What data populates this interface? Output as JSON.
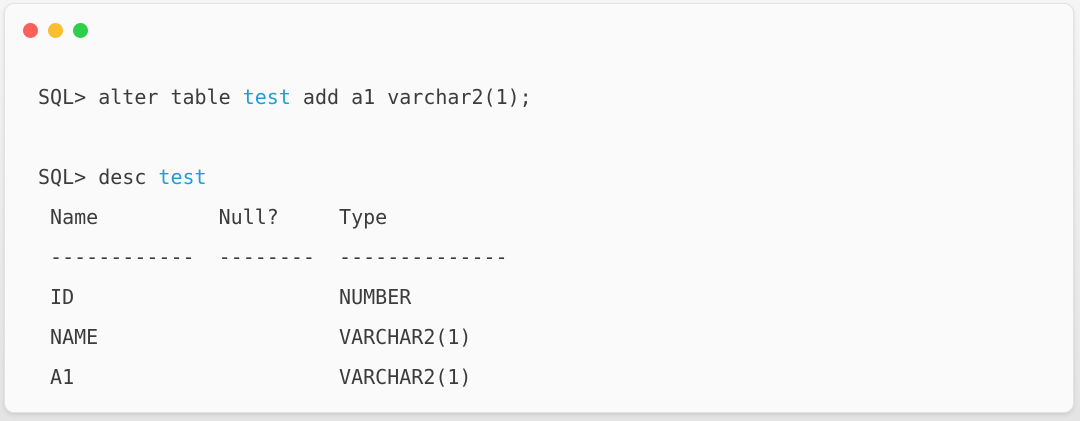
{
  "colors": {
    "close_button": "#fb6159",
    "minimize_button": "#fcbd2f",
    "maximize_button": "#2ed04b",
    "keyword": "#1e9fd6",
    "terminal_text": "#3c3c3c",
    "window_background": "#fafafa",
    "window_border": "#e2e2e2",
    "page_background": "#ececec"
  },
  "window": {
    "controls": [
      "close",
      "minimize",
      "maximize"
    ]
  },
  "terminal": {
    "prompt": "SQL>",
    "commands": [
      "alter table test add a1 varchar2(1);",
      "desc test"
    ],
    "described_table": {
      "name": "test",
      "columns": [
        "Name",
        "Null?",
        "Type"
      ],
      "rows": [
        {
          "Name": "ID",
          "Null?": "",
          "Type": "NUMBER"
        },
        {
          "Name": "NAME",
          "Null?": "",
          "Type": "VARCHAR2(1)"
        },
        {
          "Name": "A1",
          "Null?": "",
          "Type": "VARCHAR2(1)"
        }
      ]
    },
    "lines": [
      {
        "name": "command-line-alter",
        "segments": [
          {
            "type": "plain",
            "text": "SQL> alter table "
          },
          {
            "type": "keyword",
            "text": "test"
          },
          {
            "type": "plain",
            "text": " add a1 varchar2(1);"
          }
        ]
      },
      {
        "name": "blank-line",
        "segments": []
      },
      {
        "name": "command-line-desc",
        "segments": [
          {
            "type": "plain",
            "text": "SQL> desc "
          },
          {
            "type": "keyword",
            "text": "test"
          }
        ]
      },
      {
        "name": "table-header-line",
        "segments": [
          {
            "type": "plain",
            "text": " Name          Null?     Type"
          }
        ]
      },
      {
        "name": "table-separator-line",
        "segments": [
          {
            "type": "plain",
            "text": " ------------  --------  --------------"
          }
        ]
      },
      {
        "name": "table-row-id",
        "segments": [
          {
            "type": "plain",
            "text": " ID                      NUMBER"
          }
        ]
      },
      {
        "name": "table-row-name",
        "segments": [
          {
            "type": "plain",
            "text": " NAME                    VARCHAR2(1)"
          }
        ]
      },
      {
        "name": "table-row-a1",
        "segments": [
          {
            "type": "plain",
            "text": " A1                      VARCHAR2(1)"
          }
        ]
      }
    ]
  }
}
